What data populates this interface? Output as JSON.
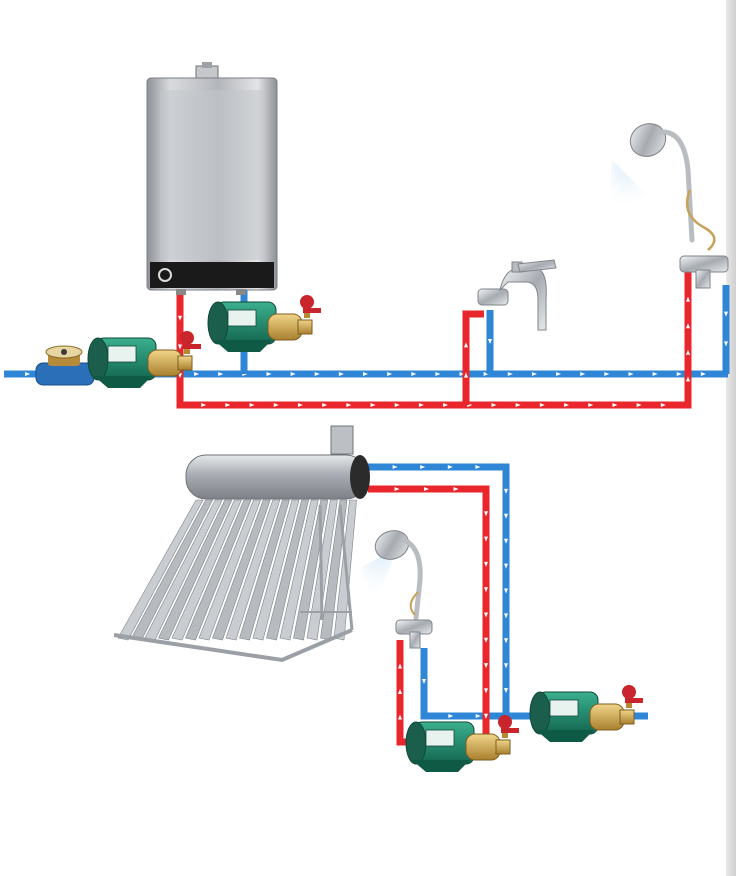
{
  "colors": {
    "hot_pipe": "#e8262b",
    "cold_pipe": "#2f86d6",
    "pump_body": "#1f8a6e",
    "pump_head": "#c8a24a",
    "valve_red": "#c9252c",
    "heater_silver": "#b9bcc1",
    "heater_panel": "#1a1a1a",
    "meter_blue": "#2a6fb8",
    "tank_steel": "#b8bcc2",
    "wall": "#d6d6d6"
  },
  "components": [
    {
      "id": "gas-water-heater",
      "icon": "gas-water-heater-icon"
    },
    {
      "id": "water-meter",
      "icon": "water-meter-icon"
    },
    {
      "id": "booster-pump-1",
      "icon": "booster-pump-icon"
    },
    {
      "id": "booster-pump-2",
      "icon": "booster-pump-icon"
    },
    {
      "id": "faucet",
      "icon": "faucet-icon"
    },
    {
      "id": "shower-top",
      "icon": "shower-head-icon"
    },
    {
      "id": "solar-water-heater",
      "icon": "solar-water-heater-icon"
    },
    {
      "id": "shower-bottom",
      "icon": "shower-head-icon"
    },
    {
      "id": "booster-pump-3",
      "icon": "booster-pump-icon"
    },
    {
      "id": "booster-pump-4",
      "icon": "booster-pump-icon"
    }
  ]
}
